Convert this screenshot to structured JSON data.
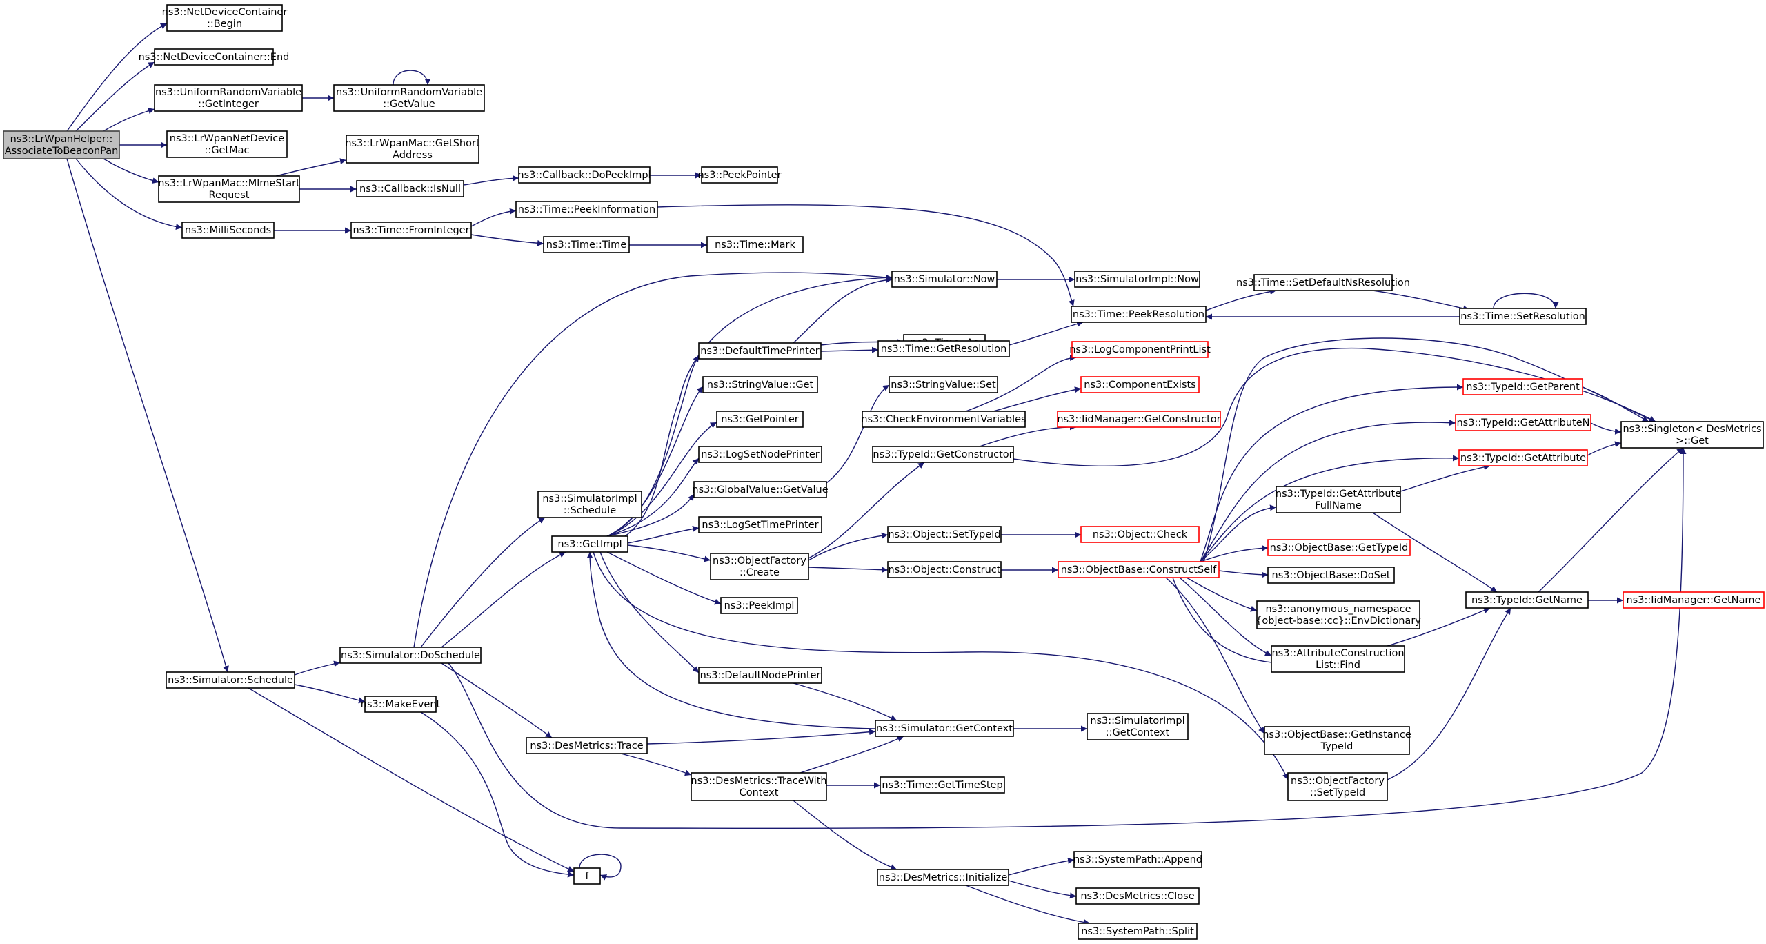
{
  "colors": {
    "edge": "#191970",
    "node_border": "#000000",
    "node_border_incomplete": "#ff0000",
    "node_fill": "#ffffff",
    "root_fill": "#bfbfbf",
    "root_border": "#404040"
  },
  "nodes": [
    {
      "id": "assoc",
      "lines": [
        "ns3::LrWpanHelper::",
        "AssociateToBeaconPan"
      ],
      "root": true,
      "link": true
    },
    {
      "id": "ndcBegin",
      "lines": [
        "ns3::NetDeviceContainer",
        "::Begin"
      ],
      "link": true
    },
    {
      "id": "ndcEnd",
      "lines": [
        "ns3::NetDeviceContainer::End"
      ],
      "link": true
    },
    {
      "id": "urvGetInteger",
      "lines": [
        "ns3::UniformRandomVariable",
        "::GetInteger"
      ],
      "link": true
    },
    {
      "id": "urvGetValue",
      "lines": [
        "ns3::UniformRandomVariable",
        "::GetValue"
      ],
      "link": true
    },
    {
      "id": "lrndGetMac",
      "lines": [
        "ns3::LrWpanNetDevice",
        "::GetMac"
      ],
      "link": true
    },
    {
      "id": "macGetShort",
      "lines": [
        "ns3::LrWpanMac::GetShort",
        "Address"
      ],
      "link": true
    },
    {
      "id": "macMlme",
      "lines": [
        "ns3::LrWpanMac::MlmeStart",
        "Request"
      ],
      "link": true
    },
    {
      "id": "cbIsNull",
      "lines": [
        "ns3::Callback::IsNull"
      ],
      "link": true
    },
    {
      "id": "cbDoPeek",
      "lines": [
        "ns3::Callback::DoPeekImpl"
      ],
      "link": true
    },
    {
      "id": "peekPointer",
      "lines": [
        "ns3::PeekPointer"
      ],
      "link": true
    },
    {
      "id": "milli",
      "lines": [
        "ns3::MilliSeconds"
      ],
      "link": true
    },
    {
      "id": "timeFromInt",
      "lines": [
        "ns3::Time::FromInteger"
      ],
      "link": true
    },
    {
      "id": "timePeekInfo",
      "lines": [
        "ns3::Time::PeekInformation"
      ],
      "link": true
    },
    {
      "id": "timeTime",
      "lines": [
        "ns3::Time::Time"
      ],
      "link": true
    },
    {
      "id": "timeMark",
      "lines": [
        "ns3::Time::Mark"
      ],
      "link": true
    },
    {
      "id": "simNow",
      "lines": [
        "ns3::Simulator::Now"
      ],
      "link": true
    },
    {
      "id": "simImplNow",
      "lines": [
        "ns3::SimulatorImpl::Now"
      ],
      "link": true
    },
    {
      "id": "timeSetDef",
      "lines": [
        "ns3::Time::SetDefaultNsResolution"
      ],
      "link": true
    },
    {
      "id": "timePeekRes",
      "lines": [
        "ns3::Time::PeekResolution"
      ],
      "link": true
    },
    {
      "id": "timeSetRes",
      "lines": [
        "ns3::Time::SetResolution"
      ],
      "link": true
    },
    {
      "id": "timeAs",
      "lines": [
        "ns3::Time::As"
      ],
      "link": true
    },
    {
      "id": "defTimePrinter",
      "lines": [
        "ns3::DefaultTimePrinter"
      ],
      "link": true
    },
    {
      "id": "timeGetRes",
      "lines": [
        "ns3::Time::GetResolution"
      ],
      "link": true
    },
    {
      "id": "logCompPrint",
      "lines": [
        "ns3::LogComponentPrintList"
      ],
      "incomplete": true,
      "link": true
    },
    {
      "id": "svGet",
      "lines": [
        "ns3::StringValue::Get"
      ],
      "link": true
    },
    {
      "id": "svSet",
      "lines": [
        "ns3::StringValue::Set"
      ],
      "link": true
    },
    {
      "id": "compExists",
      "lines": [
        "ns3::ComponentExists"
      ],
      "incomplete": true,
      "link": true
    },
    {
      "id": "getPointer",
      "lines": [
        "ns3::GetPointer"
      ],
      "link": true
    },
    {
      "id": "checkEnv",
      "lines": [
        "ns3::CheckEnvironmentVariables"
      ],
      "link": true
    },
    {
      "id": "iidGetCtor",
      "lines": [
        "ns3::IidManager::GetConstructor"
      ],
      "incomplete": true,
      "link": true
    },
    {
      "id": "tidGetParent",
      "lines": [
        "ns3::TypeId::GetParent"
      ],
      "incomplete": true,
      "link": true
    },
    {
      "id": "tidGetAttrN",
      "lines": [
        "ns3::TypeId::GetAttributeN"
      ],
      "incomplete": true,
      "link": true
    },
    {
      "id": "singletonGet",
      "lines": [
        "ns3::Singleton< DesMetrics",
        " >::Get"
      ],
      "link": true
    },
    {
      "id": "logSetNode",
      "lines": [
        "ns3::LogSetNodePrinter"
      ],
      "link": true
    },
    {
      "id": "tidGetCtor",
      "lines": [
        "ns3::TypeId::GetConstructor"
      ],
      "link": true
    },
    {
      "id": "tidGetAttr",
      "lines": [
        "ns3::TypeId::GetAttribute"
      ],
      "incomplete": true,
      "link": true
    },
    {
      "id": "gvGetValue",
      "lines": [
        "ns3::GlobalValue::GetValue"
      ],
      "link": true
    },
    {
      "id": "simImplSchedule",
      "lines": [
        "ns3::SimulatorImpl",
        "::Schedule"
      ],
      "link": true
    },
    {
      "id": "tidGetAttrFull",
      "lines": [
        "ns3::TypeId::GetAttribute",
        "FullName"
      ],
      "link": true
    },
    {
      "id": "logSetTime",
      "lines": [
        "ns3::LogSetTimePrinter"
      ],
      "link": true
    },
    {
      "id": "objSetTypeId",
      "lines": [
        "ns3::Object::SetTypeId"
      ],
      "link": true
    },
    {
      "id": "objCheck",
      "lines": [
        "ns3::Object::Check"
      ],
      "incomplete": true,
      "link": true
    },
    {
      "id": "getImpl",
      "lines": [
        "ns3::GetImpl"
      ],
      "link": true
    },
    {
      "id": "obGetTypeId",
      "lines": [
        "ns3::ObjectBase::GetTypeId"
      ],
      "incomplete": true,
      "link": true
    },
    {
      "id": "ofCreate",
      "lines": [
        "ns3::ObjectFactory",
        "::Create"
      ],
      "link": true
    },
    {
      "id": "objConstruct",
      "lines": [
        "ns3::Object::Construct"
      ],
      "link": true
    },
    {
      "id": "obConstructSelf",
      "lines": [
        "ns3::ObjectBase::ConstructSelf"
      ],
      "incomplete": true,
      "link": true
    },
    {
      "id": "obDoSet",
      "lines": [
        "ns3::ObjectBase::DoSet"
      ],
      "link": true
    },
    {
      "id": "tidGetName",
      "lines": [
        "ns3::TypeId::GetName"
      ],
      "link": true
    },
    {
      "id": "iidGetName",
      "lines": [
        "ns3::IidManager::GetName"
      ],
      "incomplete": true,
      "link": true
    },
    {
      "id": "peekImpl",
      "lines": [
        "ns3::PeekImpl"
      ],
      "link": true
    },
    {
      "id": "envDict",
      "lines": [
        "ns3::anonymous_namespace",
        "{object-base::cc}::EnvDictionary"
      ],
      "link": true
    },
    {
      "id": "acFind",
      "lines": [
        "ns3::AttributeConstruction",
        "List::Find"
      ],
      "link": true
    },
    {
      "id": "simSchedule",
      "lines": [
        "ns3::Simulator::Schedule"
      ],
      "link": true
    },
    {
      "id": "simDoSchedule",
      "lines": [
        "ns3::Simulator::DoSchedule"
      ],
      "link": true
    },
    {
      "id": "defNodePrinter",
      "lines": [
        "ns3::DefaultNodePrinter"
      ],
      "link": true
    },
    {
      "id": "makeEvent",
      "lines": [
        "ns3::MakeEvent"
      ],
      "link": true
    },
    {
      "id": "simGetContext",
      "lines": [
        "ns3::Simulator::GetContext"
      ],
      "link": true
    },
    {
      "id": "simImplGetContext",
      "lines": [
        "ns3::SimulatorImpl",
        "::GetContext"
      ],
      "link": true
    },
    {
      "id": "dmTrace",
      "lines": [
        "ns3::DesMetrics::Trace"
      ],
      "link": true
    },
    {
      "id": "obGetInstTid",
      "lines": [
        "ns3::ObjectBase::GetInstance",
        "TypeId"
      ],
      "link": true
    },
    {
      "id": "dmTraceWith",
      "lines": [
        "ns3::DesMetrics::TraceWith",
        "Context"
      ],
      "link": true
    },
    {
      "id": "timeGetStep",
      "lines": [
        "ns3::Time::GetTimeStep"
      ],
      "link": true
    },
    {
      "id": "ofSetTypeId",
      "lines": [
        "ns3::ObjectFactory",
        "::SetTypeId"
      ],
      "link": true
    },
    {
      "id": "f",
      "lines": [
        "f"
      ],
      "link": true
    },
    {
      "id": "dmInit",
      "lines": [
        "ns3::DesMetrics::Initialize"
      ],
      "link": true
    },
    {
      "id": "spAppend",
      "lines": [
        "ns3::SystemPath::Append"
      ],
      "link": true
    },
    {
      "id": "dmClose",
      "lines": [
        "ns3::DesMetrics::Close"
      ],
      "link": true
    },
    {
      "id": "spSplit",
      "lines": [
        "ns3::SystemPath::Split"
      ],
      "link": true
    }
  ]
}
